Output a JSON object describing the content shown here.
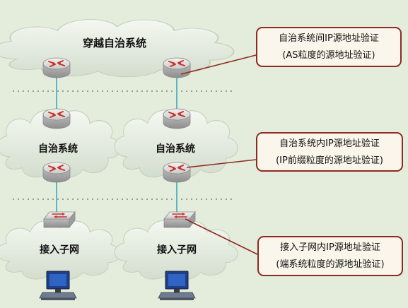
{
  "clouds": {
    "transit": "穿越自治系统",
    "as_left": "自治系统",
    "as_right": "自治系统",
    "access_left": "接入子网",
    "access_right": "接入子网"
  },
  "callouts": [
    {
      "line1": "自治系统间IP源地址验证",
      "line2": "(AS粒度的源地址验证)"
    },
    {
      "line1": "自治系统内IP源地址验证",
      "line2": "(IP前缀粒度的源地址验证)"
    },
    {
      "line1": "接入子网内IP源地址验证",
      "line2": "(端系统粒度的源地址验证)"
    }
  ],
  "colors": {
    "background": "#e4ecdc",
    "cloud": "#dfe8da",
    "callout_border": "#8b2b23",
    "callout_fill": "#fbf6ec",
    "link": "#59b7c8",
    "router_arrow": "#c8322a"
  }
}
